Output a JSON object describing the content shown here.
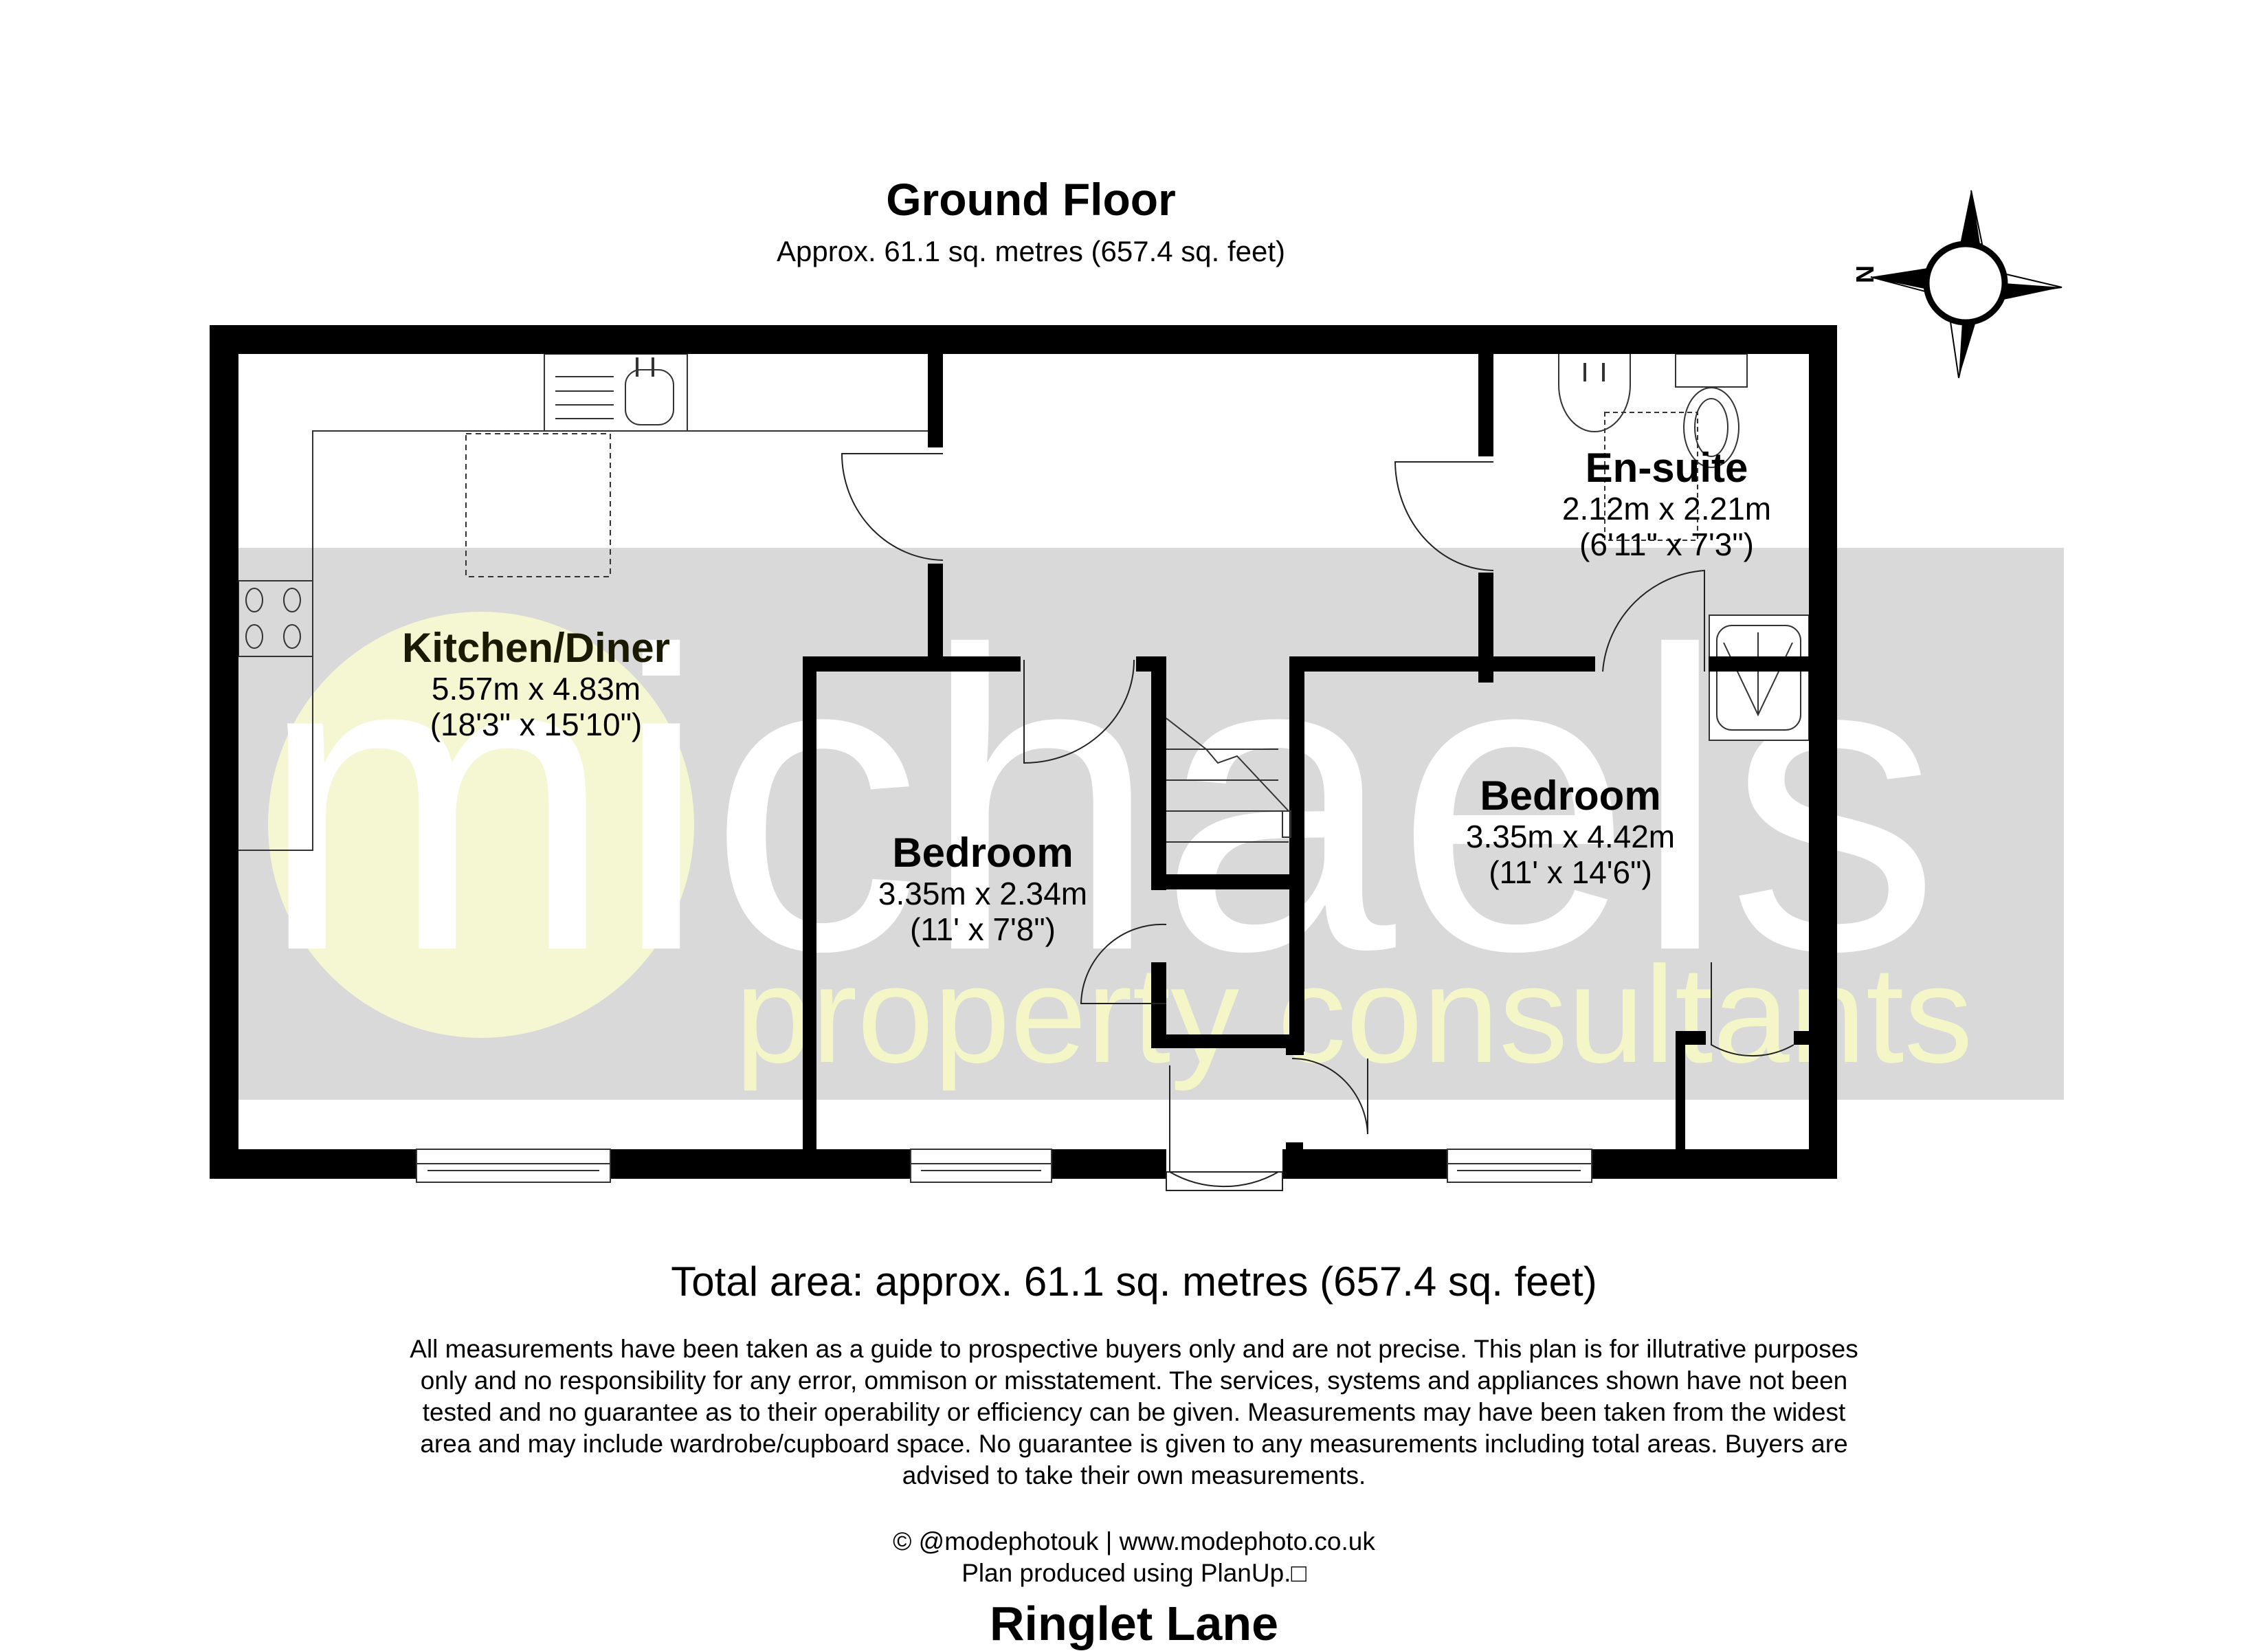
{
  "header": {
    "title": "Ground Floor",
    "subtitle": "Approx. 61.1 sq. metres (657.4 sq. feet)"
  },
  "compass": {
    "label": "N",
    "icon": "compass-rose-icon",
    "orientation": "north points left"
  },
  "watermark": {
    "brand": "michaels",
    "tagline": "property consultants",
    "band_color": "#d9d9d9",
    "circle_color": "#f5f7d2",
    "tagline_color": "#f4f6c8"
  },
  "rooms": [
    {
      "name": "Kitchen/Diner",
      "metric": "5.57m x 4.83m",
      "imperial": "(18'3\" x 15'10\")"
    },
    {
      "name": "En-suite",
      "metric": "2.12m x 2.21m",
      "imperial": "(6'11\" x 7'3\")"
    },
    {
      "name": "Bedroom",
      "metric": "3.35m x 2.34m",
      "imperial": "(11' x 7'8\")"
    },
    {
      "name": "Bedroom",
      "metric": "3.35m x 4.42m",
      "imperial": "(11' x 14'6\")"
    }
  ],
  "footer": {
    "total_area": "Total area: approx. 61.1 sq. metres (657.4 sq. feet)",
    "disclaimer": "All measurements have been taken as a guide to prospective buyers only and are not precise. This plan is for illutrative purposes only and no responsibility for any error, ommison or misstatement. The services, systems and appliances shown have not been tested and no guarantee as to their operability or efficiency can be given. Measurements may have been taken from the widest area and may include wardrobe/cupboard space. No guarantee is given to any measurements including total areas. Buyers are advised to take their own measurements.",
    "credit_line_1": "© @modephotouk | www.modephoto.co.uk",
    "credit_line_2": "Plan produced using PlanUp.□",
    "address": "Ringlet Lane"
  },
  "colors": {
    "wall": "#000000",
    "fixture_line": "#333333",
    "background": "#ffffff"
  }
}
